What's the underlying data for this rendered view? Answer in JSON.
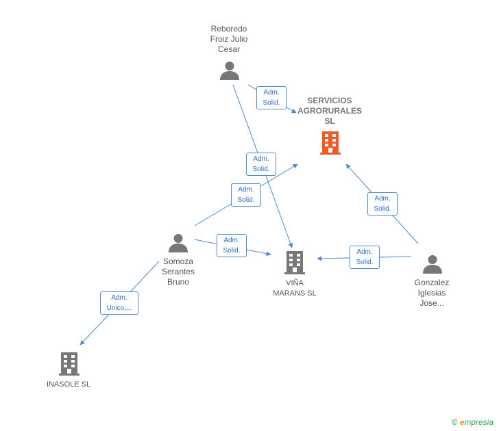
{
  "nodes": {
    "reboredo": {
      "lines": [
        "Reboredo",
        "Froiz Julio",
        "Cesar"
      ]
    },
    "servicios": {
      "lines": [
        "SERVICIOS",
        "AGRORURALES",
        "SL"
      ]
    },
    "somoza": {
      "lines": [
        "Somoza",
        "Serantes",
        "Bruno"
      ]
    },
    "vina": {
      "lines": [
        "VIÑA",
        "MARANS SL"
      ]
    },
    "gonzalez": {
      "lines": [
        "Gonzalez",
        "Iglesias",
        "Jose..."
      ]
    },
    "inasole": {
      "lines": [
        "INASOLE SL"
      ]
    }
  },
  "edges": {
    "reboredo_servicios": {
      "lines": [
        "Adm.",
        "Solid."
      ]
    },
    "reboredo_vina": {
      "lines": [
        "Adm.",
        "Solid."
      ]
    },
    "somoza_servicios": {
      "lines": [
        "Adm.",
        "Solid."
      ]
    },
    "somoza_vina": {
      "lines": [
        "Adm.",
        "Solid."
      ]
    },
    "gonzalez_servicios": {
      "lines": [
        "Adm.",
        "Solid."
      ]
    },
    "gonzalez_vina": {
      "lines": [
        "Adm.",
        "Solid."
      ]
    },
    "somoza_inasole": {
      "lines": [
        "Adm.",
        "Unico,..."
      ]
    }
  },
  "colors": {
    "edge": "#4a8ad8",
    "person_icon": "#777777",
    "company_icon": "#777777",
    "main_company_icon": "#f05a28"
  },
  "footer": {
    "symbol": "©",
    "brand_initial": "e",
    "brand_rest": "mpresia"
  }
}
